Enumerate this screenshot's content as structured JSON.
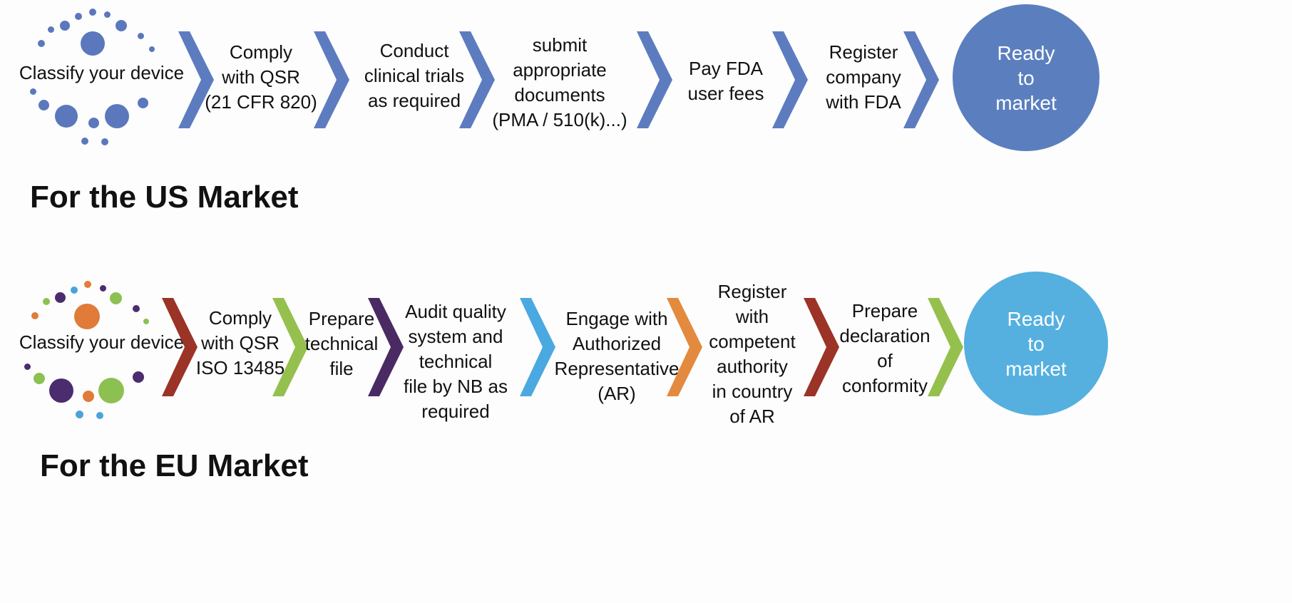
{
  "us": {
    "title": "For the US Market",
    "classify_label": "Classify your device",
    "steps": [
      "Comply\nwith QSR\n(21 CFR 820)",
      "Conduct\nclinical trials\nas required",
      "submit\nappropriate\ndocuments\n(PMA / 510(k)...)",
      "Pay FDA\nuser fees",
      "Register\ncompany\nwith FDA"
    ],
    "end_label": "Ready\nto\nmarket",
    "colors": {
      "end_circle": "#5b7fbe",
      "chevron": "#5d7cc0",
      "dots": "#5b78bd"
    }
  },
  "eu": {
    "title": "For the EU Market",
    "classify_label": "Classify your device",
    "steps": [
      "Comply\nwith QSR\nISO 13485",
      "Prepare\ntechnical\nfile",
      "Audit quality\nsystem and\ntechnical\nfile by NB as\nrequired",
      "Engage with\nAuthorized\nRepresentative\n(AR)",
      "Register\nwith\ncompetent\nauthority\nin country\nof AR",
      "Prepare\ndeclaration\nof\nconformity"
    ],
    "end_label": "Ready\nto\nmarket",
    "colors": {
      "end_circle": "#55b0df",
      "chevrons": [
        "#9b3326",
        "#95c04d",
        "#4a2a63",
        "#4aa9e0",
        "#e38a3e",
        "#9b3326",
        "#95c04d"
      ],
      "dot_palette": [
        "#e07b39",
        "#8cc152",
        "#4b2c6e",
        "#4aa3d8"
      ]
    }
  }
}
